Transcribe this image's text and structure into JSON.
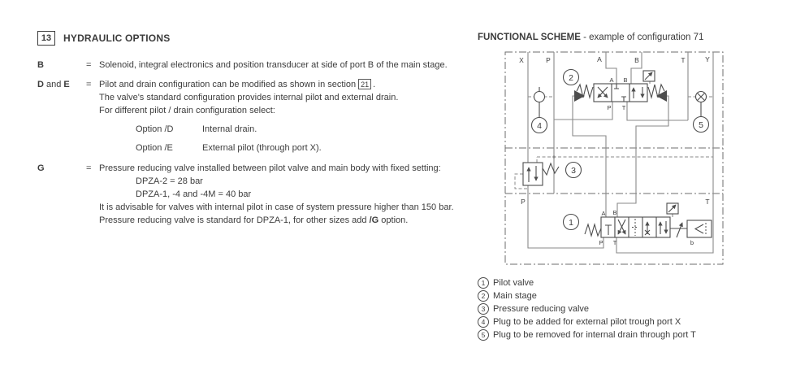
{
  "colors": {
    "text": "#3c3c3c",
    "diagram_symbol": "#4d4d4d",
    "diagram_pipe": "#8a8a8a"
  },
  "left": {
    "section_number": "13",
    "title": "HYDRAULIC OPTIONS",
    "eq_sign": "=",
    "b": {
      "label": "B",
      "text": "Solenoid, integral electronics and position transducer at side of port B of the main stage."
    },
    "de": {
      "label_d": "D",
      "label_and": " and ",
      "label_e": "E",
      "line1_pre": "Pilot and drain configuration can be modified as shown in section",
      "line1_box": "21",
      "line1_post": ".",
      "line2": "The valve's standard configuration provides internal pilot and external drain.",
      "line3": "For different pilot / drain configuration select:",
      "opts": [
        {
          "name": "Option /D",
          "desc": "Internal drain."
        },
        {
          "name": "Option /E",
          "desc": "External pilot (through port X)."
        }
      ]
    },
    "g": {
      "label": "G",
      "line1": "Pressure reducing valve installed between pilot valve and main body with fixed setting:",
      "set1": "DPZA-2 = 28 bar",
      "set2": "DPZA-1, -4 and -4M = 40 bar",
      "note1": "It is advisable for valves with internal pilot in case of system pressure higher than 150 bar.",
      "note2_pre": "Pressure reducing valve is standard for DPZA-1, for other sizes add ",
      "note2_bold": "/G",
      "note2_post": " option."
    }
  },
  "scheme": {
    "header_bold": "FUNCTIONAL SCHEME",
    "header_rest": " - example of configuration 71",
    "ports": {
      "x": "X",
      "p": "P",
      "a": "A",
      "b": "B",
      "t": "T",
      "y": "Y"
    },
    "main_valve": {
      "a": "A",
      "b": "B",
      "p": "P",
      "t": "T"
    },
    "pilot_valve": {
      "a": "A",
      "b": "B",
      "p": "P",
      "t": "T",
      "sol": "b"
    },
    "section_ports": {
      "p": "P",
      "t": "T"
    },
    "callouts": {
      "c1": "1",
      "c2": "2",
      "c3": "3",
      "c4": "4",
      "c5": "5"
    }
  },
  "legend": {
    "items": [
      {
        "num": "1",
        "text": "Pilot valve"
      },
      {
        "num": "2",
        "text": "Main stage"
      },
      {
        "num": "3",
        "text": "Pressure reducing valve"
      },
      {
        "num": "4",
        "text": "Plug to be added for external pilot trough port X"
      },
      {
        "num": "5",
        "text": "Plug to be removed for internal drain through port T"
      }
    ]
  }
}
